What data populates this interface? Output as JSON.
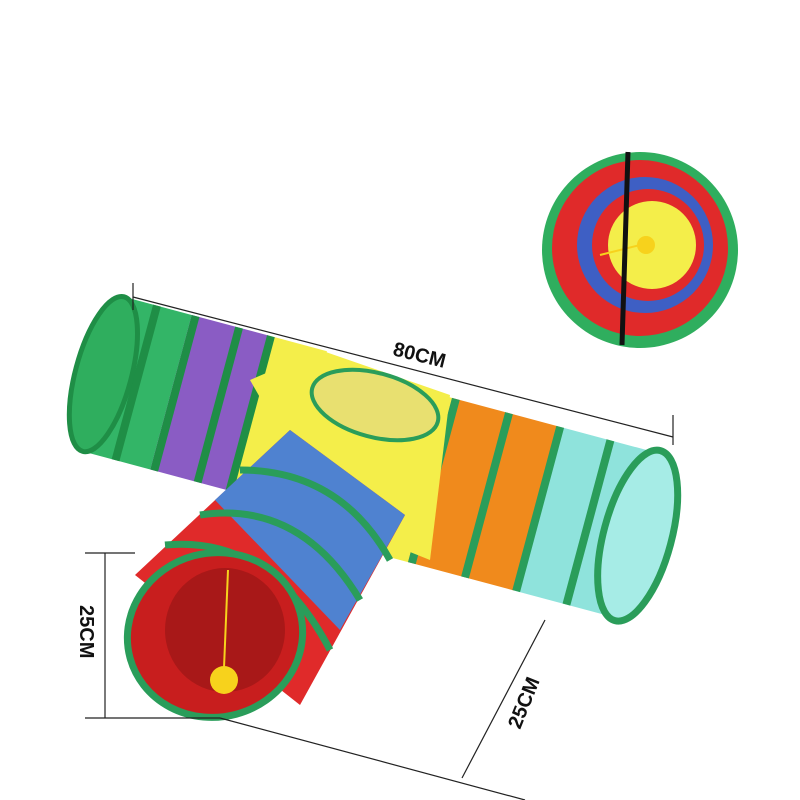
{
  "product": {
    "dimensions": {
      "length_label": "80CM",
      "height_label": "25CM",
      "width_label": "25CM"
    },
    "colors": {
      "green": "#2fae5e",
      "purple": "#8a5cc4",
      "yellow": "#f4ee4a",
      "orange": "#f08a1c",
      "cyan": "#8fe3dc",
      "blue": "#4f82d0",
      "red": "#e02a2a",
      "ball": "#f7d21c"
    }
  }
}
